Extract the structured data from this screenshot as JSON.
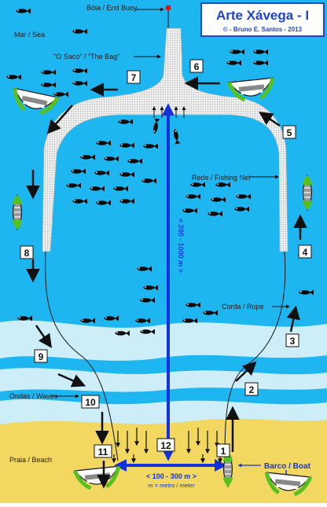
{
  "title": "Arte Xávega - I",
  "credit": "© - Bruno E. Santos - 2013",
  "labels": {
    "sea": "Mar / Sea",
    "buoy": "Bóia / End Buoy",
    "bag": "\"O Saco\" / \"The Bag\"",
    "net": "Rede / Fishing Net",
    "rope": "Corda / Rope",
    "waves": "Ondas / Waves",
    "beach": "Praia / Beach",
    "boat": "Barco / Boat"
  },
  "measurements": {
    "offshore_distance": "< 200 - 1000 m >",
    "beach_width": "< 100 - 300 m >",
    "unit_note": "m = metro / meter"
  },
  "steps": [
    "1",
    "2",
    "3",
    "4",
    "5",
    "6",
    "7",
    "8",
    "9",
    "10",
    "11",
    "12"
  ],
  "colors": {
    "sea": "#1eb6f0",
    "waves": "#cdeef8",
    "sand": "#f2d860",
    "net": "#c8c8c8",
    "arrow_blue": "#1432dc",
    "title_box": "#2244cc",
    "boat_green": "#55c020",
    "buoy_red": "#e01010"
  }
}
